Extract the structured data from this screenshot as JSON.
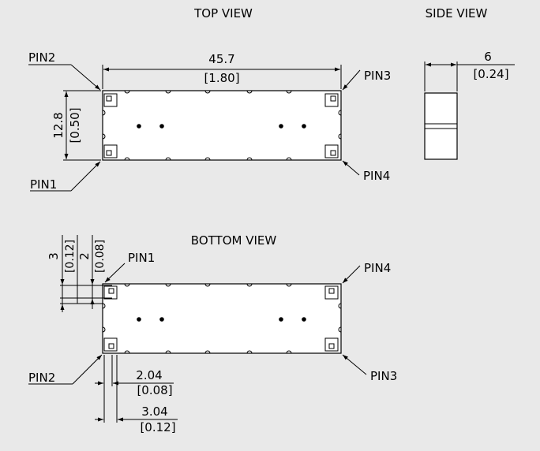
{
  "views": {
    "top": "TOP VIEW",
    "side": "SIDE VIEW",
    "bottom": "BOTTOM VIEW"
  },
  "top_view": {
    "length_mm": "45.7",
    "length_in": "[1.80]",
    "width_mm": "12.8",
    "width_in": "[0.50]",
    "pins": {
      "tl": "PIN2",
      "tr": "PIN3",
      "bl": "PIN1",
      "br": "PIN4"
    }
  },
  "side_view": {
    "height_mm": "6",
    "height_in": "[0.24]"
  },
  "bottom_view": {
    "offset_a_mm": "3",
    "offset_a_in": "[0.12]",
    "offset_b_mm": "2",
    "offset_b_in": "[0.08]",
    "pin_w1_mm": "2.04",
    "pin_w1_in": "[0.08]",
    "pin_w2_mm": "3.04",
    "pin_w2_in": "[0.12]",
    "pins": {
      "tl": "PIN1",
      "tr": "PIN4",
      "bl": "PIN2",
      "br": "PIN3"
    }
  }
}
